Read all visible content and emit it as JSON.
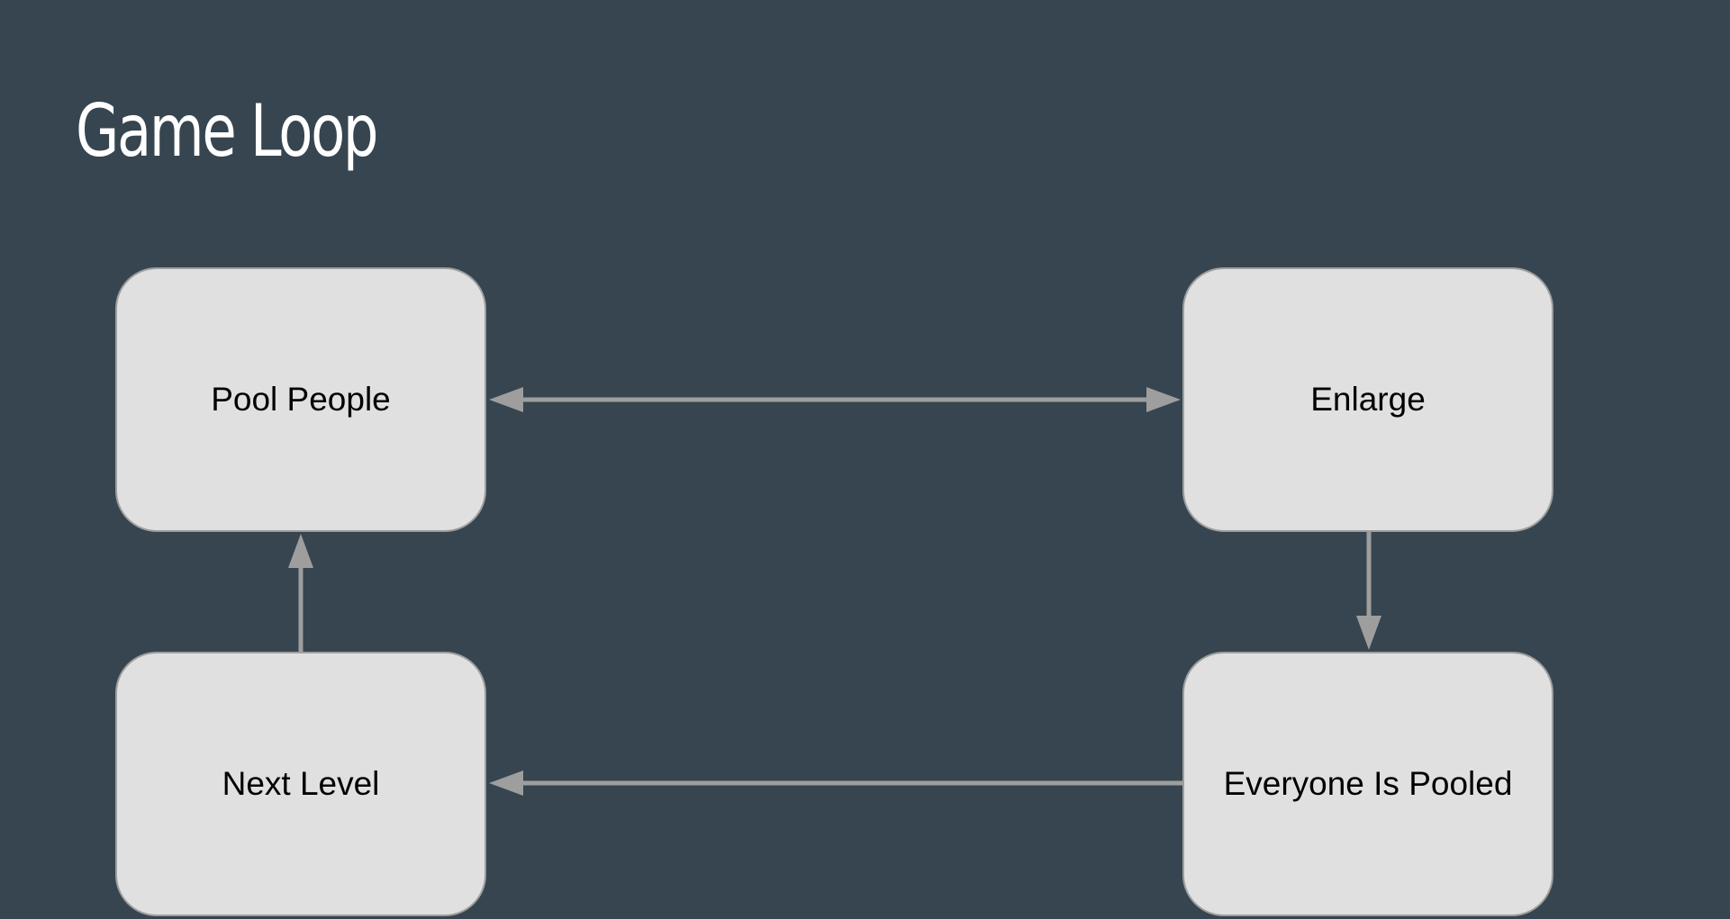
{
  "slide": {
    "title": "Game Loop",
    "background_color": "#36454f",
    "node_color": "#e0e0e0",
    "connector_color": "#9e9e9e"
  },
  "nodes": {
    "pool_people": "Pool People",
    "enlarge": "Enlarge",
    "next_level": "Next Level",
    "everyone_pooled": "Everyone Is Pooled"
  },
  "edges": [
    {
      "from": "Pool People",
      "to": "Enlarge",
      "bidirectional": true
    },
    {
      "from": "Enlarge",
      "to": "Everyone Is Pooled",
      "bidirectional": false
    },
    {
      "from": "Everyone Is Pooled",
      "to": "Next Level",
      "bidirectional": false
    },
    {
      "from": "Next Level",
      "to": "Pool People",
      "bidirectional": false
    }
  ]
}
